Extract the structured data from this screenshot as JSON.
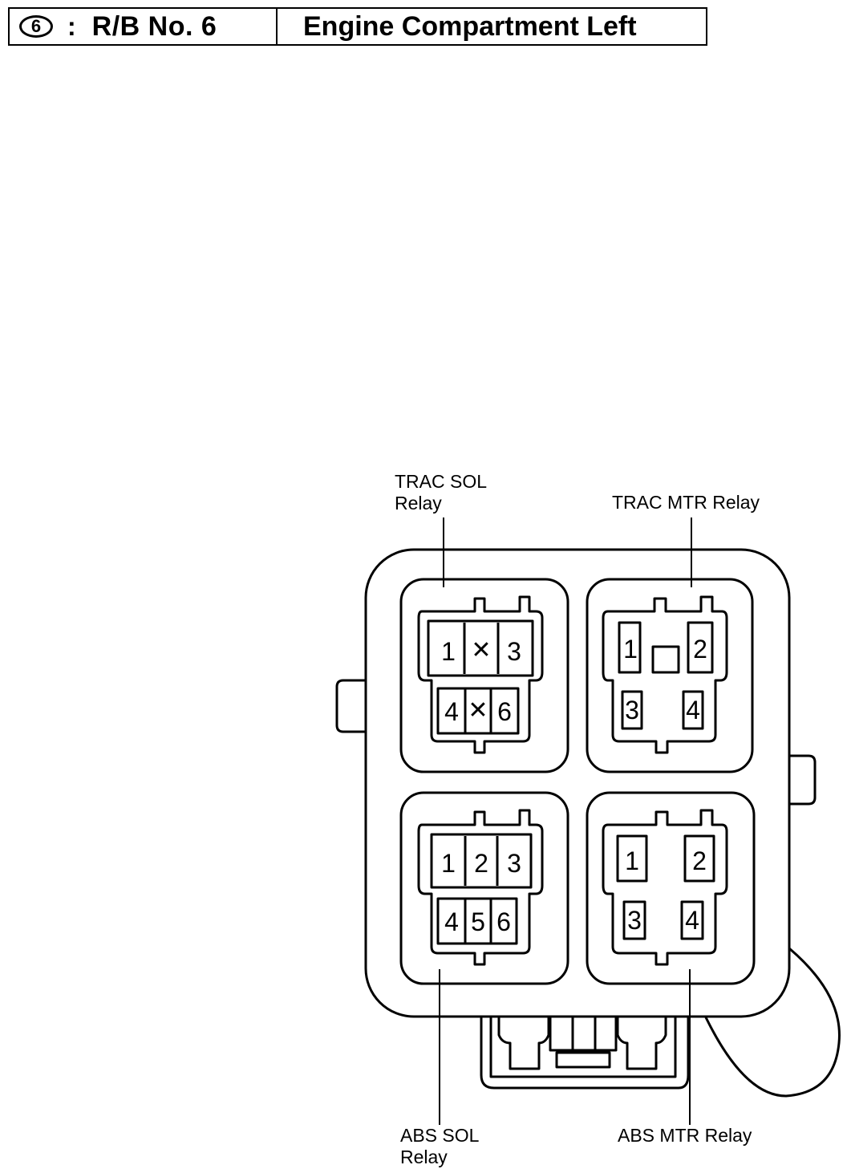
{
  "header": {
    "badge": "6",
    "colon": ":",
    "block_code": "R/B No. 6",
    "location": "Engine Compartment Left"
  },
  "labels": {
    "trac_sol": [
      "TRAC SOL",
      "Relay"
    ],
    "trac_mtr": "TRAC MTR Relay",
    "abs_sol": [
      "ABS SOL",
      "Relay"
    ],
    "abs_mtr": "ABS MTR Relay"
  },
  "relays": {
    "trac_sol": {
      "top": [
        "1",
        "✕",
        "3"
      ],
      "bottom": [
        "4",
        "✕",
        "6"
      ]
    },
    "trac_mtr": {
      "pins": [
        "1",
        "2",
        "3",
        "4"
      ]
    },
    "abs_sol": {
      "top": [
        "1",
        "2",
        "3"
      ],
      "bottom": [
        "4",
        "5",
        "6"
      ]
    },
    "abs_mtr": {
      "pins": [
        "1",
        "2",
        "3",
        "4"
      ]
    }
  }
}
